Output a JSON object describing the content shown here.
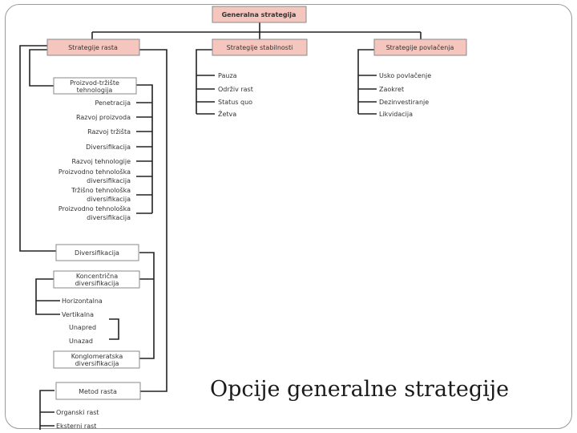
{
  "title": "Opcije generalne strategije",
  "root": "Generalna strategija",
  "growth": {
    "header": "Strategije rasta",
    "group1": {
      "title_lines": [
        "Proizvod-tržište",
        "tehnologija"
      ],
      "items": [
        [
          "Penetracija"
        ],
        [
          "Razvoj proizvoda"
        ],
        [
          "Razvoj tržišta"
        ],
        [
          "Diversifikacija"
        ],
        [
          "Razvoj tehnologije"
        ],
        [
          "Proizvodno tehnološka",
          "diversifikacija"
        ],
        [
          "Tržišno tehnološka",
          "diversifikacija"
        ],
        [
          "Proizvodno tehnološka",
          "diversifikacija"
        ]
      ]
    },
    "diversification": {
      "title": "Diversifikacija",
      "concentric_lines": [
        "Koncentrična",
        "diversifikacija"
      ],
      "horizontal": "Horizontalna",
      "vertical": "Vertikalna",
      "forward": "Unapred",
      "backward": "Unazad",
      "conglomerate_lines": [
        "Konglomeratska",
        "diversifikacija"
      ]
    },
    "method": {
      "title": "Metod rasta",
      "items": [
        "Organski rast",
        "Eksterni rast"
      ]
    }
  },
  "stability": {
    "header": "Strategije stabilnosti",
    "items": [
      "Pauza",
      "Održiv rast",
      "Status quo",
      "Žetva"
    ]
  },
  "retreat": {
    "header": "Strategije povlačenja",
    "items": [
      "Usko povlačenje",
      "Zaokret",
      "Dezinvestiranje",
      "Likvidacija"
    ]
  }
}
